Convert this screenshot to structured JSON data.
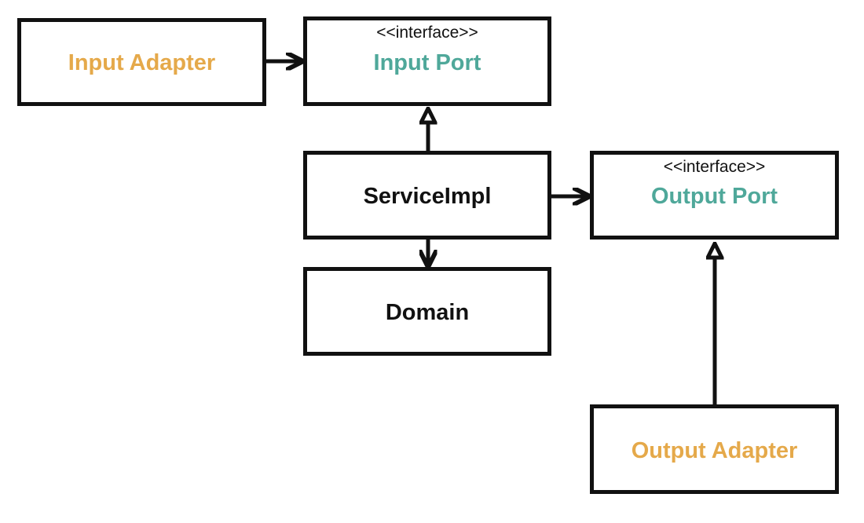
{
  "colors": {
    "adapter": "#E5A94A",
    "port": "#4FA89A",
    "core": "#111111",
    "border": "#111111"
  },
  "nodes": {
    "input_adapter": {
      "label": "Input Adapter"
    },
    "input_port": {
      "stereotype": "<<interface>>",
      "label": "Input Port"
    },
    "service_impl": {
      "label": "ServiceImpl"
    },
    "output_port": {
      "stereotype": "<<interface>>",
      "label": "Output Port"
    },
    "domain": {
      "label": "Domain"
    },
    "output_adapter": {
      "label": "Output Adapter"
    }
  }
}
